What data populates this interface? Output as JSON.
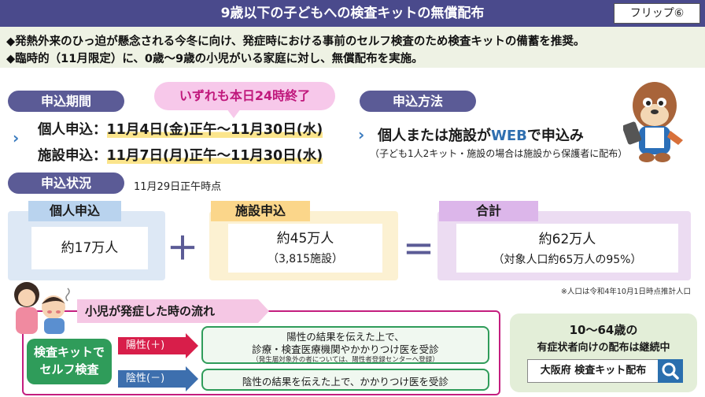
{
  "header": {
    "title": "9歳以下の子どもへの検査キットの無償配布",
    "flip_label": "フリップ⑥"
  },
  "intro": {
    "line1": "◆発熱外来のひっ迫が懸念される今冬に向け、発症時における事前のセルフ検査のため検査キットの備蓄を推奨。",
    "line2": "◆臨時的（11月限定）に、0歳～9歳の小児がいる家庭に対し、無償配布を実施。"
  },
  "period": {
    "heading": "申込期間",
    "bubble": "いずれも本日24時終了",
    "individual_label": "個人申込：",
    "individual_dates": "11月4日(金)正午～11月30日(水)",
    "facility_label": "施設申込：",
    "facility_dates": "11月7日(月)正午～11月30日(水)"
  },
  "method": {
    "heading": "申込方法",
    "text_before": "個人または施設が",
    "text_web": "WEB",
    "text_after": "で申込み",
    "note": "（子ども1人2キット・施設の場合は施設から保護者に配布）"
  },
  "status": {
    "heading": "申込状況",
    "as_of": "11月29日正午時点",
    "individual": {
      "label": "個人申込",
      "value": "約17万人"
    },
    "facility": {
      "label": "施設申込",
      "value": "約45万人",
      "sub": "（3,815施設）"
    },
    "total": {
      "label": "合計",
      "value": "約62万人",
      "sub": "（対象人口約65万人の95%）"
    },
    "plus": "＋",
    "equals": "＝",
    "population_note": "※人口は令和4年10月1日時点推計人口"
  },
  "flow": {
    "title": "小児が発症した時の流れ",
    "self_check_l1": "検査キットで",
    "self_check_l2": "セルフ検査",
    "positive": {
      "label": "陽性(＋)",
      "line1": "陽性の結果を伝えた上で、",
      "line2": "診療・検査医療機関やかかりつけ医を受診",
      "note": "（発生届対象外の者については、陽性者登録センターへ登録）"
    },
    "negative": {
      "label": "陰性(－)",
      "line1": "陰性の結果を伝えた上で、かかりつけ医を受診"
    }
  },
  "adult": {
    "line1": "10～64歳の",
    "line2": "有症状者向けの配布は継続中",
    "search_text": "大阪府 検査キット配布",
    "search_icon": "search-icon"
  },
  "colors": {
    "header_bg": "#4a4a8c",
    "pill_bg": "#5b5b96",
    "bubble_bg": "#f7c8ea",
    "bubble_text": "#c0187c",
    "positive": "#d81e4a",
    "negative": "#3d6fae",
    "self_check": "#2f9c5a",
    "web_text": "#2f6fb0"
  }
}
